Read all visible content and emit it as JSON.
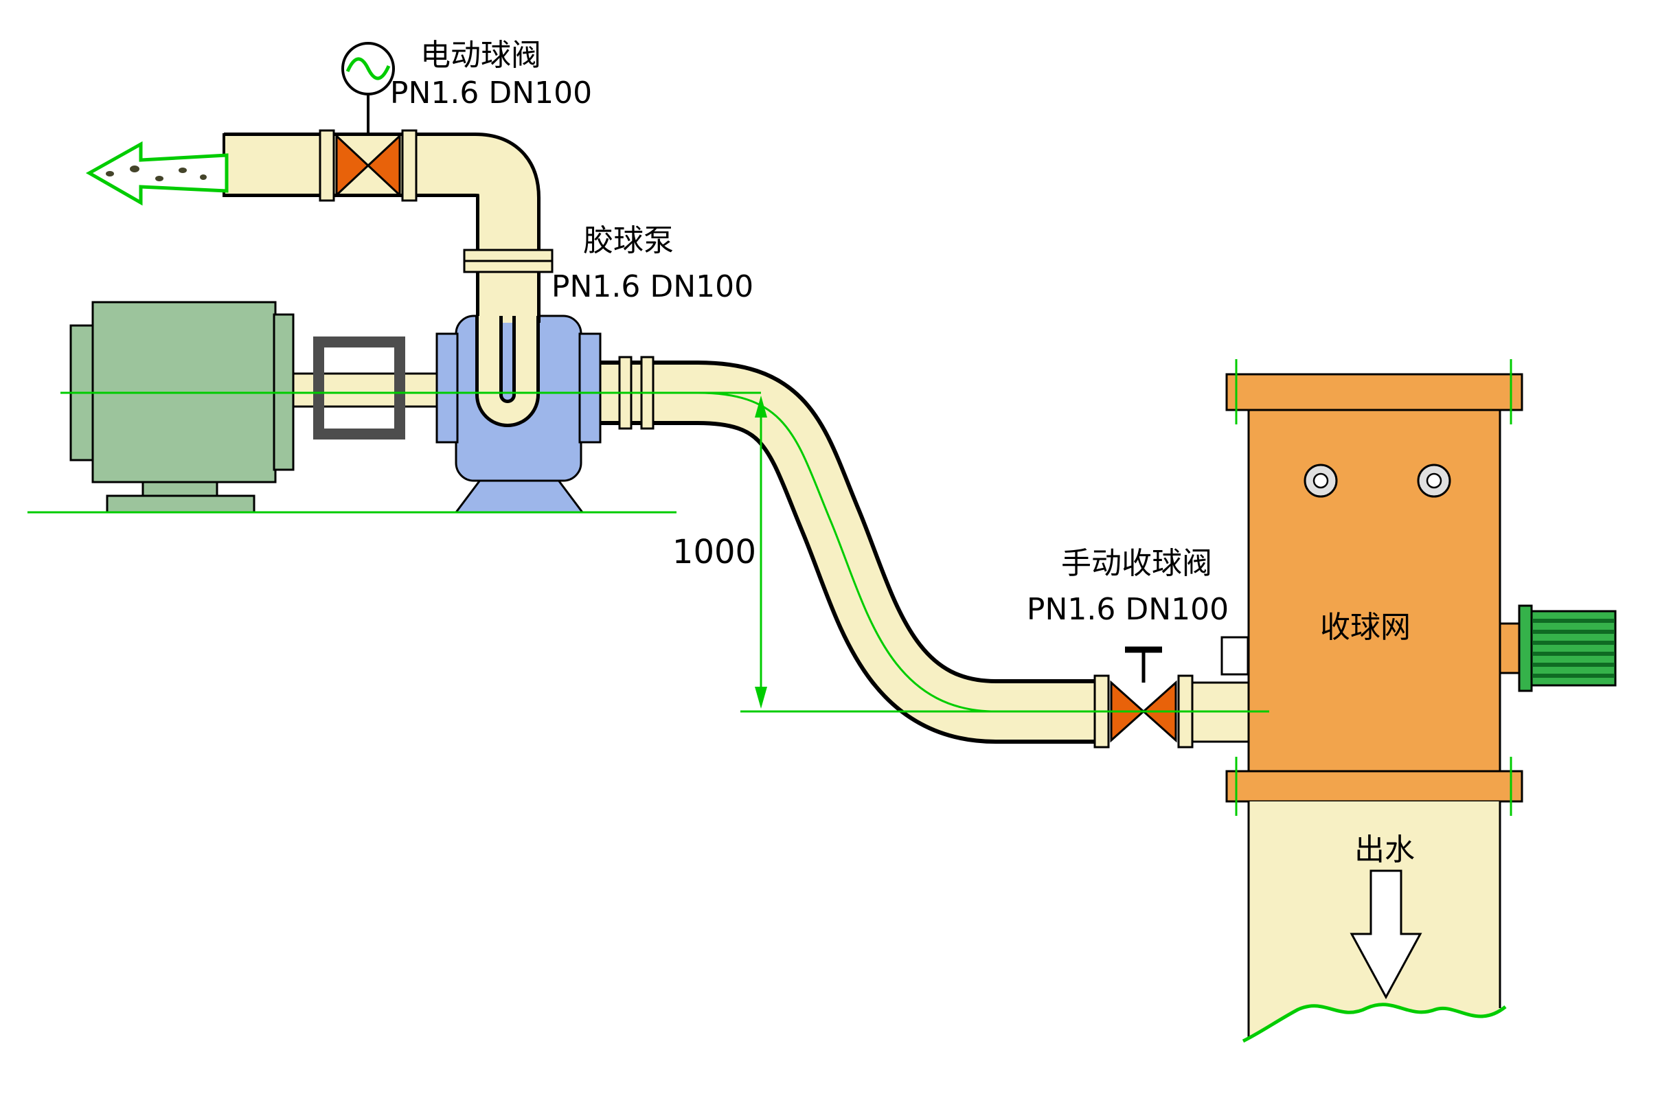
{
  "diagram": {
    "electric_valve": {
      "name": "电动球阀",
      "spec": "PN1.6 DN100"
    },
    "pump": {
      "name": "胶球泵",
      "spec": "PN1.6 DN100"
    },
    "manual_valve": {
      "name": "手动收球阀",
      "spec": "PN1.6 DN100"
    },
    "tank": {
      "label": "收球网"
    },
    "outlet": {
      "label": "出水"
    },
    "dimension": {
      "value": "1000"
    }
  },
  "icons": {
    "flow_out_arrow": "left-arrow-outline",
    "outlet_flow_arrow": "down-arrow-outline",
    "valve_actuator": "circle-with-sine-wave",
    "manual_handle": "t-handle"
  },
  "colors": {
    "pipe_fill": "#F7F0C4",
    "tank_fill": "#F2A44C",
    "valve_fill": "#E8620A",
    "motor_fill": "#9CC49C",
    "pump_fill": "#9DB6EA",
    "device_green": "#35B24A",
    "device_green_dark": "#0F6B23",
    "line_green": "#00CC00",
    "coupling_gray": "#4D4D4D",
    "outline": "#000000"
  }
}
